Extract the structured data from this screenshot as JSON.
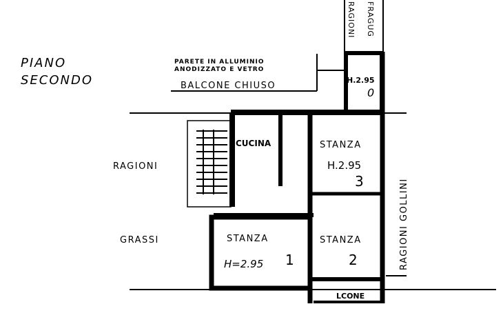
{
  "title": {
    "line1": "PIANO",
    "line2": "SECONDO"
  },
  "notes": {
    "wall_line1": "PARETE IN ALLUMINIO",
    "wall_line2": "ANODIZZATO E VETRO",
    "closed_balcony": "BALCONE CHIUSO"
  },
  "balcony_top": {
    "height": "H.2.95",
    "number": "0"
  },
  "rooms": {
    "kitchen": {
      "label": "CUCINA"
    },
    "room3": {
      "label": "STANZA",
      "height": "H.2.95",
      "number": "3"
    },
    "room1": {
      "label": "STANZA",
      "height": "H=2.95",
      "number": "1"
    },
    "room2": {
      "label": "STANZA",
      "number": "2"
    },
    "balcony": {
      "label": "LCONE"
    }
  },
  "neighbors": {
    "left_top": "RAGIONI",
    "left_bottom": "GRASSI",
    "right": "RAGIONI GOLLINI",
    "top1": "RAGIONI",
    "top2": "FRAGUG"
  }
}
